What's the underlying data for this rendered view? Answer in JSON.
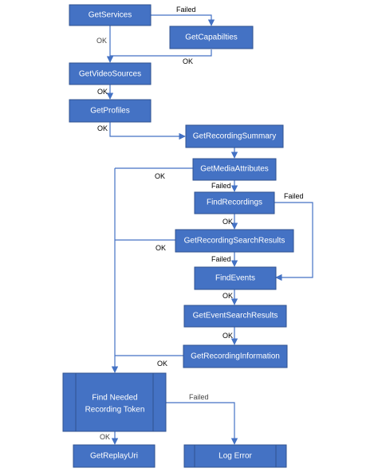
{
  "nodes": {
    "get_services": "GetServices",
    "get_capabilities": "GetCapabilties",
    "get_video_sources": "GetVideoSources",
    "get_profiles": "GetProfiles",
    "get_recording_summary": "GetRecordingSummary",
    "get_media_attributes": "GetMediaAttributes",
    "find_recordings": "FindRecordings",
    "get_recording_search_results": "GetRecordingSearchResults",
    "find_events": "FindEvents",
    "get_event_search_results": "GetEventSearchResults",
    "get_recording_information": "GetRecordingInformation",
    "find_needed_recording_token": [
      "Find Needed",
      "Recording Token"
    ],
    "get_replay_uri": "GetReplayUri",
    "log_error": "Log Error"
  },
  "edge_labels": {
    "services_failed": "Failed",
    "services_ok": "OK",
    "capabilities_ok": "OK",
    "videosources_ok": "OK",
    "profiles_ok": "OK",
    "mediaattributes_ok": "OK",
    "mediaattributes_failed": "Failed",
    "findrecordings_failed": "Failed",
    "findrecordings_ok": "OK",
    "searchresults_ok": "OK",
    "searchresults_failed": "Failed",
    "findevents_ok": "OK",
    "eventsearch_ok": "OK",
    "recordinginfo_ok": "OK",
    "token_failed": "Failed",
    "token_ok": "OK"
  },
  "colors": {
    "node_fill": "#4472c4",
    "node_stroke": "#2f528f",
    "edge": "#4472c4"
  }
}
